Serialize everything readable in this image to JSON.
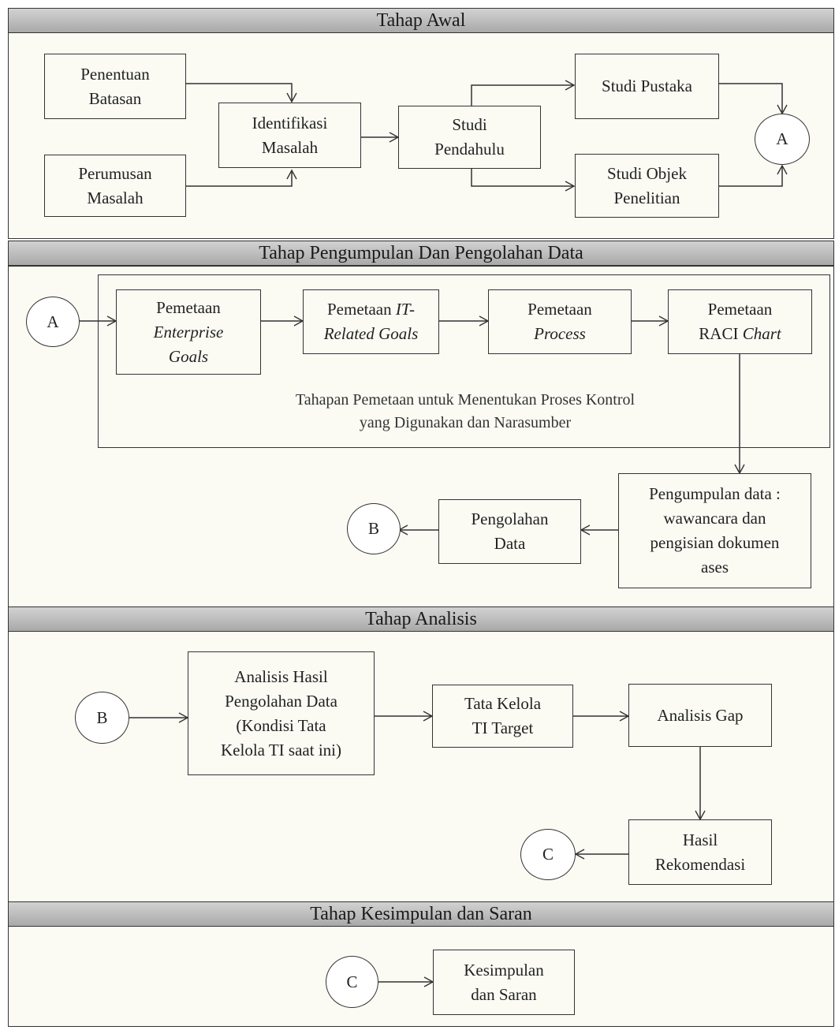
{
  "sections": {
    "awal": "Tahap Awal",
    "pengumpulan": "Tahap Pengumpulan Dan Pengolahan Data",
    "analisis": "Tahap Analisis",
    "kesimpulan": "Tahap Kesimpulan dan Saran"
  },
  "connectors": {
    "a": "A",
    "b": "B",
    "c": "C"
  },
  "awal": {
    "penentuan_batasan": [
      "Penentuan",
      "Batasan"
    ],
    "perumusan_masalah": [
      "Perumusan",
      "Masalah"
    ],
    "identifikasi_masalah": [
      "Identifikasi",
      "Masalah"
    ],
    "studi_pendahulu": [
      "Studi",
      "Pendahulu"
    ],
    "studi_pustaka": "Studi Pustaka",
    "studi_objek": [
      "Studi Objek",
      "Penelitian"
    ]
  },
  "pengumpulan": {
    "enterprise_goals": [
      "Pemetaan",
      "Enterprise",
      "Goals"
    ],
    "it_related_prefix": "Pemetaan ",
    "it_related_italic_1": "IT-",
    "it_related_italic_2": "Related Goals",
    "process": [
      "Pemetaan",
      "Process"
    ],
    "raci_prefix": "Pemetaan",
    "raci_line2_plain": "RACI ",
    "raci_line2_italic": "Chart",
    "mapping_note": [
      "Tahapan Pemetaan untuk Menentukan Proses Kontrol",
      "yang Digunakan dan Narasumber"
    ],
    "pengumpulan_data": [
      "Pengumpulan data :",
      "wawancara dan",
      "pengisian dokumen",
      "ases"
    ],
    "pengolahan_data": [
      "Pengolahan",
      "Data"
    ]
  },
  "analisis": {
    "analisis_hasil": [
      "Analisis Hasil",
      "Pengolahan Data",
      "(Kondisi Tata",
      "Kelola TI saat ini)"
    ],
    "tata_kelola_target": [
      "Tata Kelola",
      "TI Target"
    ],
    "analisis_gap": "Analisis Gap",
    "hasil_rekomendasi": [
      "Hasil",
      "Rekomendasi"
    ]
  },
  "kesimpulan": {
    "kesimpulan_saran": [
      "Kesimpulan",
      "dan Saran"
    ]
  }
}
